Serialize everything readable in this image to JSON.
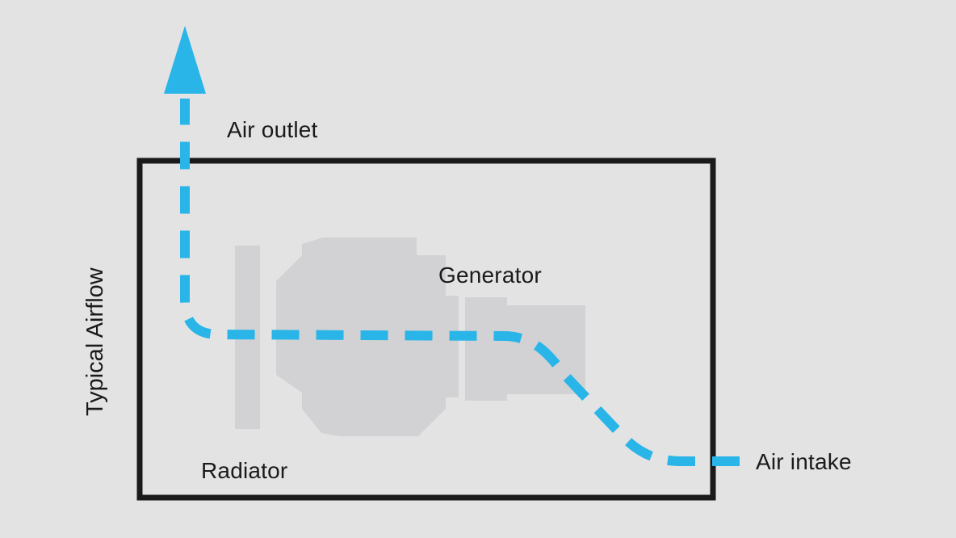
{
  "diagram": {
    "title": "Typical Airflow",
    "labels": {
      "air_outlet": "Air outlet",
      "generator": "Generator",
      "radiator": "Radiator",
      "air_intake": "Air intake"
    },
    "colors": {
      "airflow_blue": "#29B5E8",
      "outline_black": "#1A1A1A",
      "silhouette_gray": "#D2D2D4",
      "background_gray": "#E3E3E4"
    },
    "icons": {
      "airflow_arrow": "up-arrow"
    }
  }
}
